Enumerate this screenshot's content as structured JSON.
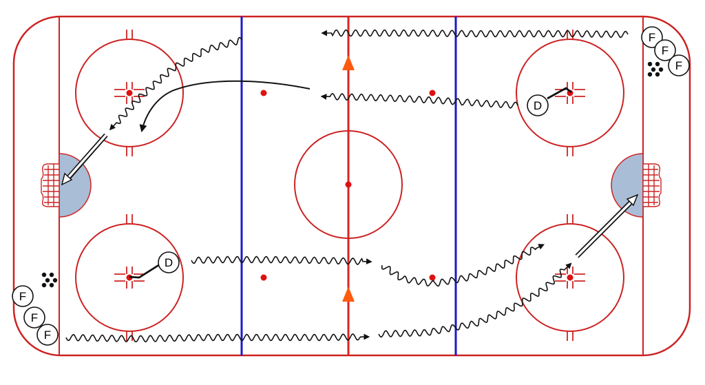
{
  "diagram": {
    "title": "",
    "colors": {
      "boards": "#cc2222",
      "blue_line": "#1a1acc",
      "red_line": "#dd2222",
      "crease": "#a9bdd6",
      "cone": "#ff5a10",
      "path": "#111111"
    },
    "players": {
      "top_right_forwards": [
        "F",
        "F",
        "F"
      ],
      "bottom_left_forwards": [
        "F",
        "F",
        "F"
      ],
      "top_right_defense": "D",
      "bottom_left_defense": "D"
    },
    "puck_piles": 2,
    "cones": 2
  }
}
